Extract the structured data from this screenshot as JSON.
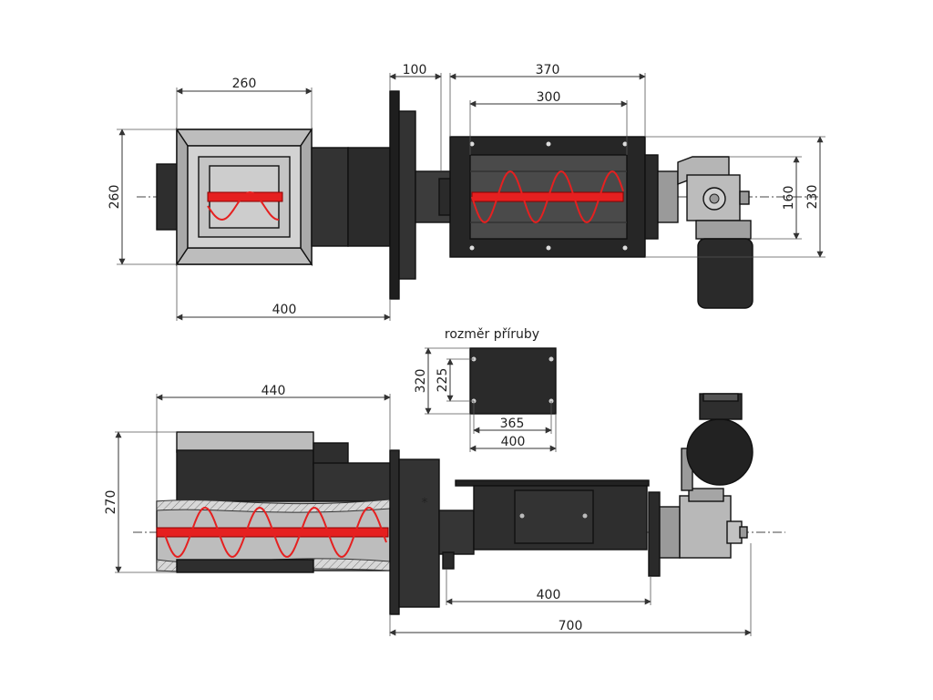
{
  "dimensions": {
    "top_view": {
      "hopper_width": "260",
      "hopper_depth": "260",
      "flange_thickness": "100",
      "feeder_length": "370",
      "feeder_window": "300",
      "motor_small": "160",
      "motor_large": "230",
      "overall": "400"
    },
    "flange": {
      "title": "rozměr příruby",
      "height_outer": "320",
      "height_holes": "225",
      "width_holes": "365",
      "width_outer": "400"
    },
    "side_view": {
      "burner_length": "440",
      "height": "270",
      "feeder_length": "400",
      "overall_length": "700",
      "marker": "*"
    }
  },
  "colors": {
    "dark_body": "#303030",
    "dark_body_alt": "#3c3c3c",
    "light_metal": "#c8c8c8",
    "mid_metal": "#a8a8a8",
    "auger": "#e52020",
    "outline": "#111111"
  }
}
